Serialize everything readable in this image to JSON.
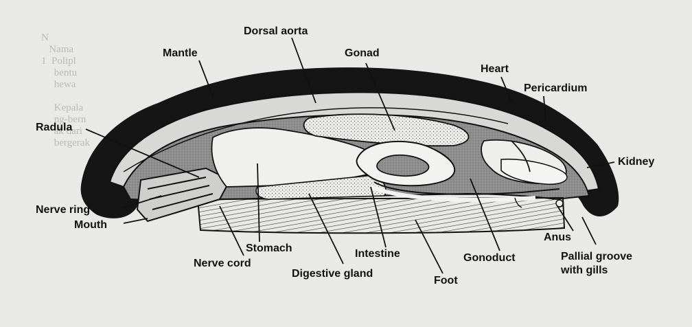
{
  "diagram": {
    "labels": {
      "dorsal_aorta": "Dorsal aorta",
      "gonad": "Gonad",
      "mantle": "Mantle",
      "heart": "Heart",
      "pericardium": "Pericardium",
      "radula": "Radula",
      "kidney": "Kidney",
      "nerve_ring": "Nerve ring",
      "mouth": "Mouth",
      "anus": "Anus",
      "stomach": "Stomach",
      "intestine": "Intestine",
      "gonoduct": "Gonoduct",
      "pallial_groove_line1": "Pallial groove",
      "pallial_groove_line2": "with gills",
      "nerve_cord": "Nerve cord",
      "digestive_gland": "Digestive gland",
      "foot": "Foot"
    }
  },
  "colors": {
    "ink": "#111111",
    "shade": "#8d8d8d",
    "paper": "#e9e9e7"
  }
}
